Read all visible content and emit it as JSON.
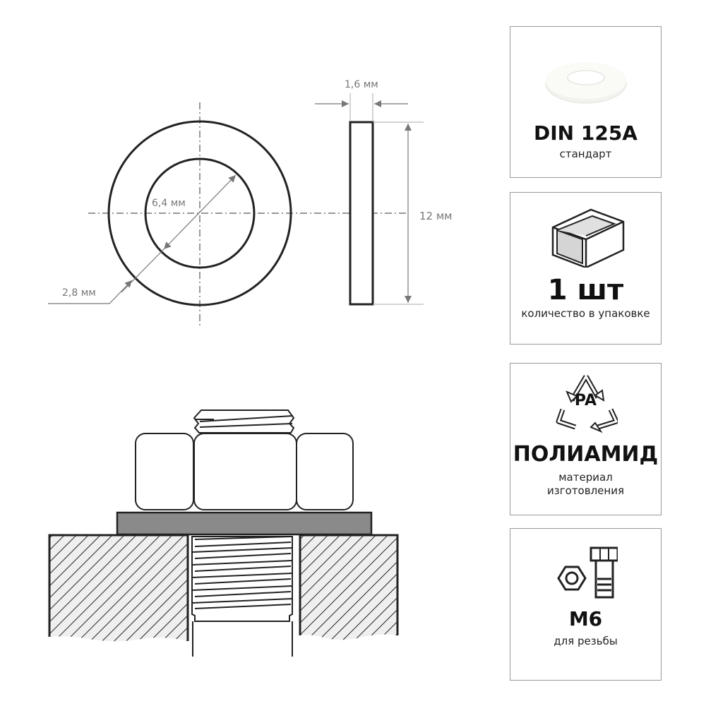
{
  "drawing": {
    "dims": {
      "inner_diameter": "6,4 мм",
      "ring_width": "2,8 мм",
      "thickness": "1,6 мм",
      "outer_diameter": "12 мм"
    }
  },
  "cards": [
    {
      "icon": "washer-photo-icon",
      "value": "DIN 125A",
      "caption": "стандарт"
    },
    {
      "icon": "package-box-icon",
      "value": "1 шт",
      "caption": "количество в упаковке"
    },
    {
      "icon": "recycle-pa-icon",
      "icon_text": "PA",
      "value": "ПОЛИАМИД",
      "caption_lines": [
        "материал",
        "изготовления"
      ]
    },
    {
      "icon": "nut-bolt-icon",
      "value": "M6",
      "caption": "для резьбы"
    }
  ],
  "colors": {
    "washer_section": "#8a8a8a",
    "hatch_bg": "#efefef",
    "line": "#222222",
    "dim": "#777777",
    "card_border": "#999999"
  }
}
